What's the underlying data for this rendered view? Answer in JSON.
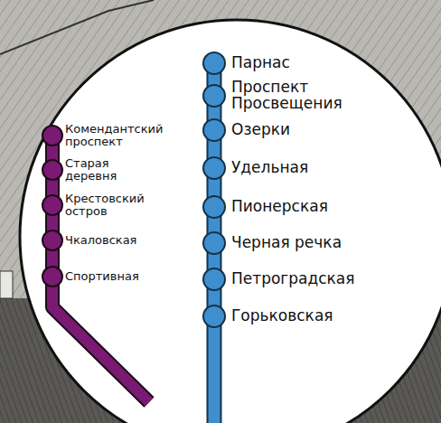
{
  "diagram": {
    "labels": [
      "Комендантский проспект",
      "Старая деревня",
      "Крестовский остров",
      "Чкаловская",
      "Спортивная",
      "Парнас",
      "Проспект Просвещения",
      "Озерки",
      "Удельная",
      "Пионерская",
      "Черная речка",
      "Петроградская",
      "Горьковская"
    ]
  }
}
